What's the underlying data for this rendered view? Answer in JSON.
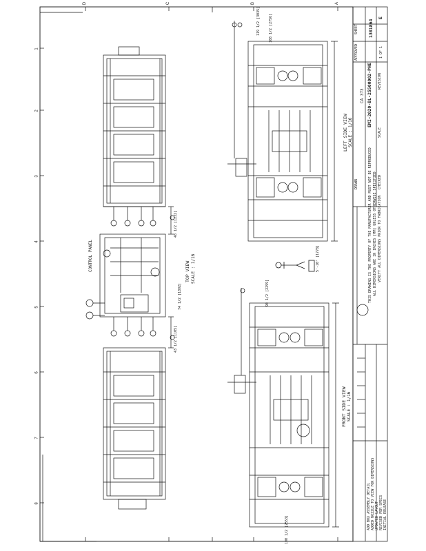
{
  "drawing": {
    "views": {
      "top_view": {
        "title": "TOP VIEW",
        "scale": "SCALE : 1/16"
      },
      "left_side_view": {
        "title": "LEFT SIDE VIEW",
        "scale": "SCALE : 1/16"
      },
      "front_side_view": {
        "title": "FRONT SIDE VIEW",
        "scale": "SCALE : 1/16"
      }
    },
    "callouts": {
      "control_panel": "CONTROL PANEL"
    },
    "dimensions": {
      "d1": "48 1/2 [1232]",
      "d2": "74 1/2 [1892]",
      "d3": "43 1/2 [1105]",
      "d4": "119 1/2 [3035]",
      "d5": "108 1/2 [2756]",
      "d6": "90 1/2 [2299]",
      "d7": "100 1/2 [2553]"
    },
    "zone_numbers": [
      "1",
      "2",
      "3",
      "4",
      "5",
      "6",
      "7",
      "8"
    ],
    "zone_letters": [
      "D",
      "C",
      "B",
      "A"
    ],
    "title_block": {
      "drawing_number": "EMI-2020-BL-25500002-PHE",
      "doc_ref": "CA 373",
      "job_number": "1301864",
      "revision": "E",
      "sheet": "1 OF 1",
      "labels": {
        "approved": "APPROVED",
        "revision": "REVISION",
        "drawn": "DRAWN",
        "checked": "CHECKED",
        "scale": "SCALE",
        "sheet_label": "SHEET"
      }
    },
    "revision_notes": [
      "ADD BOX ASSEMBLY DETAIL",
      "ADDED NOZZLE TO VIEW FOR DIMENSIONS",
      "UPDATED LAYOUT",
      "REVISED PER SPECS",
      "INITIAL RELEASE"
    ],
    "notes": [
      "THIS DRAWING IS THE PROPERTY OF THE MANUFACTURER AND MUST NOT BE REPRODUCED",
      "ALL DIMENSIONS ARE IN INCHES [MM] UNLESS OTHERWISE SPECIFIED",
      "VERIFY ALL DIMENSIONS PRIOR TO FABRICATION"
    ],
    "human_figure_label": "5'-10\" [1778]"
  }
}
